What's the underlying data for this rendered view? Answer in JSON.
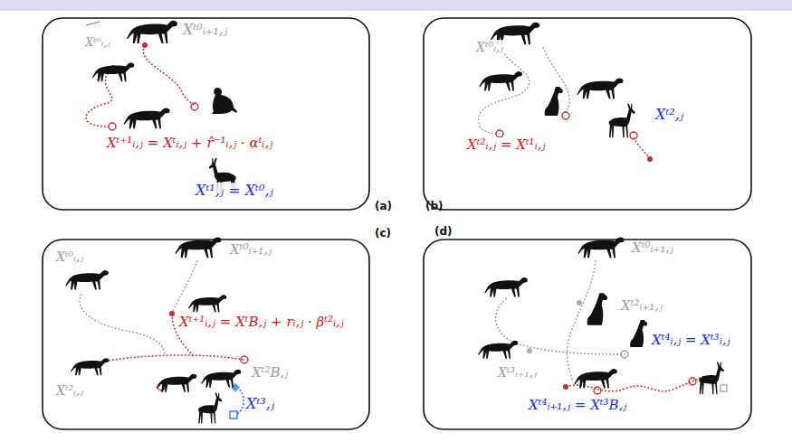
{
  "diagram": {
    "labels": [
      "Xᵗ⁰ᵢ₊₁,ⱼ",
      "Xᵗ⁰ᵢ,ⱼ",
      "Xᵗ⁺¹ᵢ,ⱼ = Xᵗᵢ,ⱼ + r̂⁻¹ᵢ,ⱼ · αᵗᵢ,ⱼ",
      "Xᵗ¹,ⱼ = Xᵗ⁰,ⱼ",
      "(a)",
      "Xᵗ⁰ᵢ,ⱼ",
      "Xᵗ²ᵢ,ⱼ = Xᵗ¹ᵢ,ⱼ",
      "Xᵗ²,ⱼ",
      "(b)",
      "Xᵗ⁰ᵢ,ⱼ",
      "Xᵗ⁰ᵢ₊₁,ⱼ",
      "Xᵗ⁺¹ᵢ,ⱼ = XᵗB,ⱼ + rᵢ,ⱼ · βᵗ²ᵢ,ⱼ",
      "Xᵗ²ᵢ,ⱼ",
      "Xᵗ²B,ⱼ",
      "Xᵗ³,ⱼ",
      "(c)",
      "(d)",
      "Xᵗ⁰ᵢ₊₁,ⱼ",
      "Xᵗ²ᵢ₊₁,ⱼ",
      "Xᵗ⁴ᵢ,ⱼ = Xᵗ³ᵢ,ⱼ",
      "Xᵗ³ᵢ₊₁,ⱼ",
      "Xᵗ⁴ᵢ₊₁,ⱼ = Xᵗ³B,ⱼ"
    ]
  }
}
